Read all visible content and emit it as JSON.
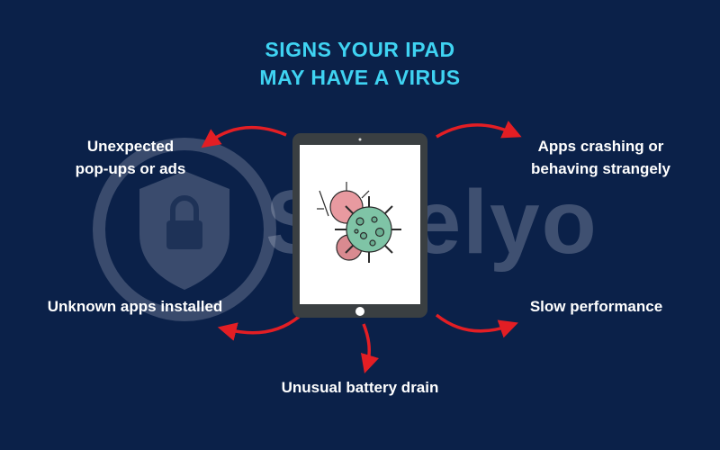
{
  "title": {
    "line1": "SIGNS YOUR IPAD",
    "line2": "MAY HAVE A VIRUS"
  },
  "watermark": "Safelyo",
  "signs": [
    {
      "label_line1": "Unexpected",
      "label_line2": "pop-ups or ads"
    },
    {
      "label_line1": "Apps crashing or",
      "label_line2": "behaving strangely"
    },
    {
      "label_line1": "Unknown apps installed"
    },
    {
      "label_line1": "Slow performance"
    },
    {
      "label_line1": "Unusual battery drain"
    }
  ],
  "colors": {
    "background": "#0b2149",
    "title": "#3fd3f2",
    "arrow": "#e31e24",
    "tablet": "#3a3f42",
    "virus_green": "#7fc4a6",
    "virus_pink": "#e89aa0"
  },
  "icons": [
    "shield-lock-logo",
    "tablet-icon",
    "virus-icon"
  ]
}
